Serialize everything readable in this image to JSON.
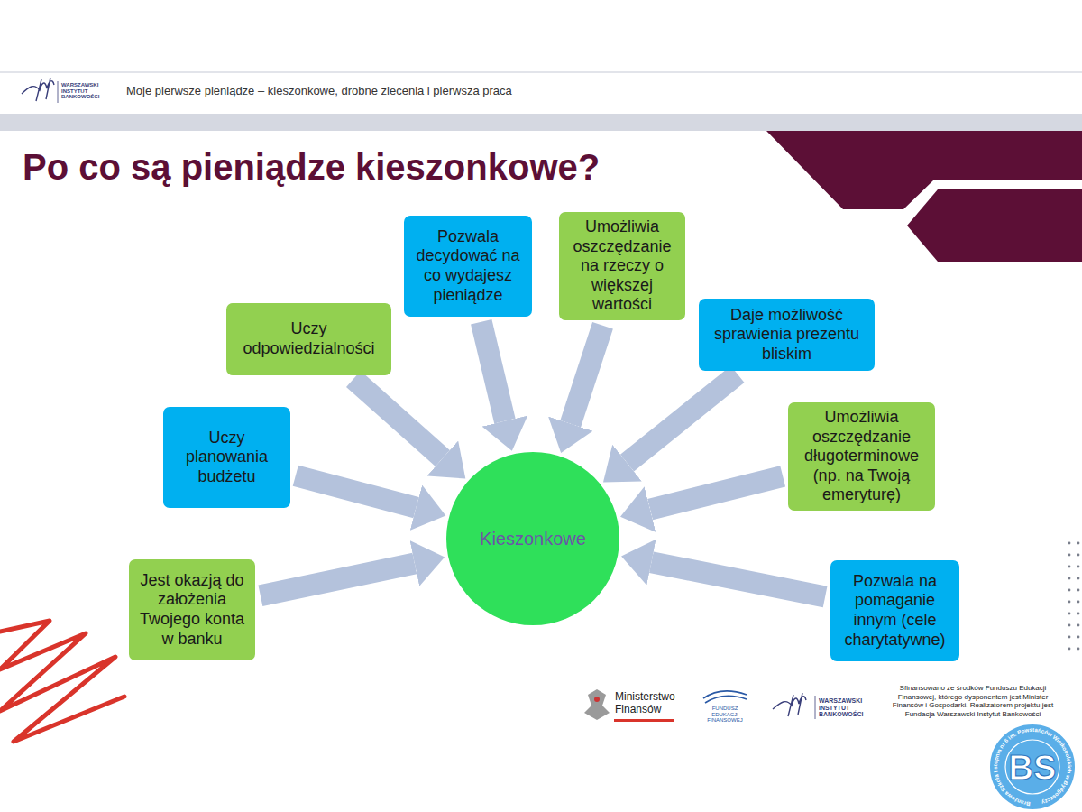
{
  "diagram": {
    "title": "Po co są pieniądze kieszonkowe?",
    "nodes": [
      {
        "text": [
          "Pozwala decydować na co wydajesz pieniądze"
        ]
      },
      {
        "text": [
          "Umożliwia oszczędzanie na rzeczy o większej wartości"
        ]
      },
      {
        "text": [
          "Uczy odpowiedzialności"
        ]
      },
      {
        "text": [
          "Daje możliwość sprawienia prezentu bliskim"
        ]
      },
      {
        "text": [
          "Uczy planowania budżetu"
        ]
      },
      {
        "text": [
          "Umożliwia oszczędzanie długoterminowe (np. na Twoją emeryturę)"
        ]
      },
      {
        "text": [
          "Kieszonkowe"
        ]
      },
      {
        "text": [
          "Jest okazją do założenia Twojego konta w banku"
        ]
      },
      {
        "text": [
          "Pozwala na pomaganie innym (cele charytatywne)"
        ]
      }
    ],
    "edges": [
      {
        "from": 0,
        "to": 6,
        "arrow": "to"
      },
      {
        "from": 1,
        "to": 6,
        "arrow": "to"
      },
      {
        "from": 2,
        "to": 6,
        "arrow": "to"
      },
      {
        "from": 3,
        "to": 6,
        "arrow": "to"
      },
      {
        "from": 4,
        "to": 6,
        "arrow": "to"
      },
      {
        "from": 5,
        "to": 6,
        "arrow": "to"
      },
      {
        "from": 7,
        "to": 6,
        "arrow": "to"
      },
      {
        "from": 8,
        "to": 6,
        "arrow": "to"
      }
    ],
    "labels": [
      "Moje pierwsze pieniądze – kieszonkowe, drobne zlecenia i pierwsza praca",
      "WARSZAWSKI INSTYTUT BANKOWOŚCI",
      "Ministerstwo Finansów",
      "FUNDUSZ EDUKACJI FINANSOWEJ",
      "WARSZAWSKI INSTYTUT BANKOWOŚCI",
      "Sfinansowano ze środków Funduszu Edukacji Finansowej, którego dysponentem jest Minister Finansów i Gospodarki. Realizatorem projektu jest Fundacja Warszawski Instytut Bankowości",
      "BS",
      "Branżowa Szkoła I stopnia nr 6 im. Powstańców Wielkopolskich w Bydgoszczy"
    ]
  }
}
